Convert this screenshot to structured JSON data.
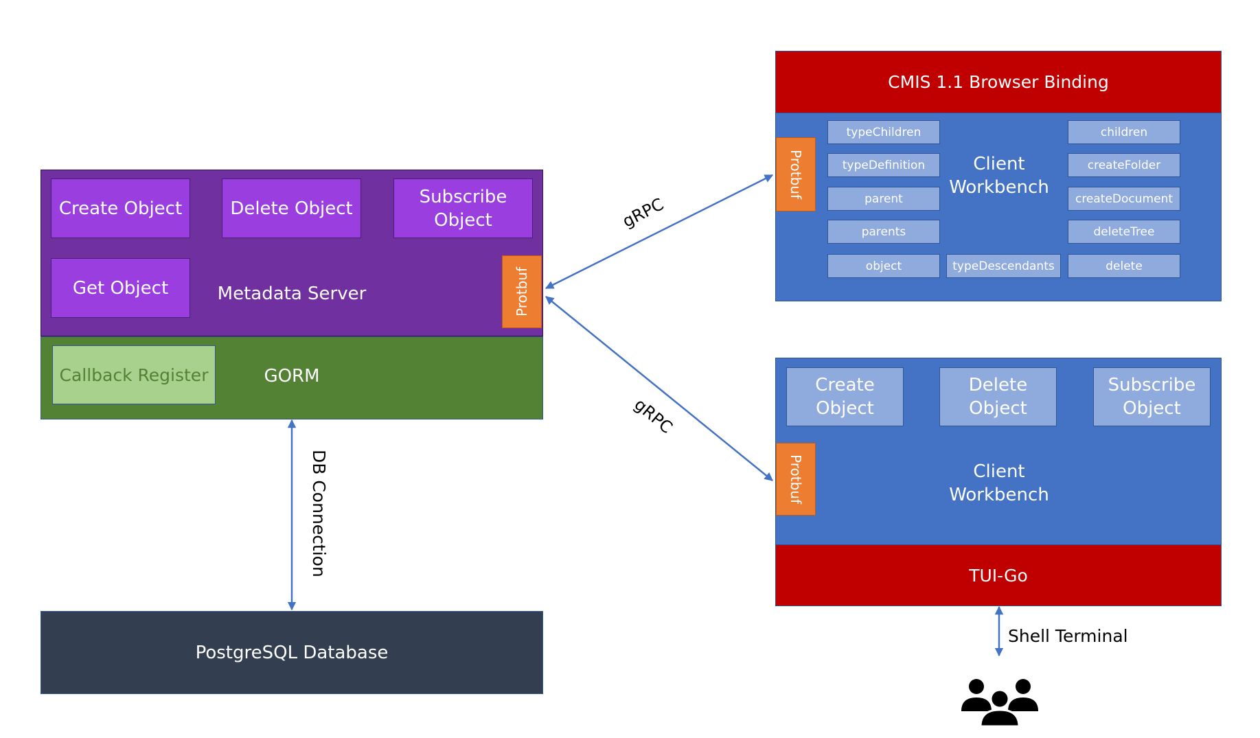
{
  "metadata_server": {
    "title": "Metadata Server",
    "buttons": [
      "Create Object",
      "Delete Object",
      "Subscribe\nObject",
      "Get Object"
    ],
    "protbuf": "Protbuf"
  },
  "gorm": {
    "title": "GORM",
    "callback": "Callback Register"
  },
  "database": {
    "title": "PostgreSQL Database"
  },
  "db_link": {
    "label": "DB Connection"
  },
  "cmis_panel": {
    "header": "CMIS 1.1 Browser Binding",
    "title": "Client\nWorkbench",
    "protbuf": "Protbuf",
    "left_items": [
      "typeChildren",
      "typeDefinition",
      "parent",
      "parents",
      "object"
    ],
    "middle_item": "typeDescendants",
    "right_items": [
      "children",
      "createFolder",
      "createDocument",
      "deleteTree",
      "delete"
    ]
  },
  "tui_panel": {
    "title": "Client\nWorkbench",
    "protbuf": "Protbuf",
    "buttons": [
      "Create\nObject",
      "Delete\nObject",
      "Subscribe\nObject"
    ],
    "footer": "TUI-Go"
  },
  "edges": {
    "grpc_top": "gRPC",
    "grpc_bottom": "gRPC",
    "shell": "Shell Terminal"
  },
  "colors": {
    "purple": "#7030a0",
    "green": "#548235",
    "navy": "#333f50",
    "blue": "#4472c4",
    "red": "#c00000",
    "orange": "#ed7d31",
    "arrow": "#4472c4"
  },
  "icons": {
    "users": "users-group-icon"
  }
}
